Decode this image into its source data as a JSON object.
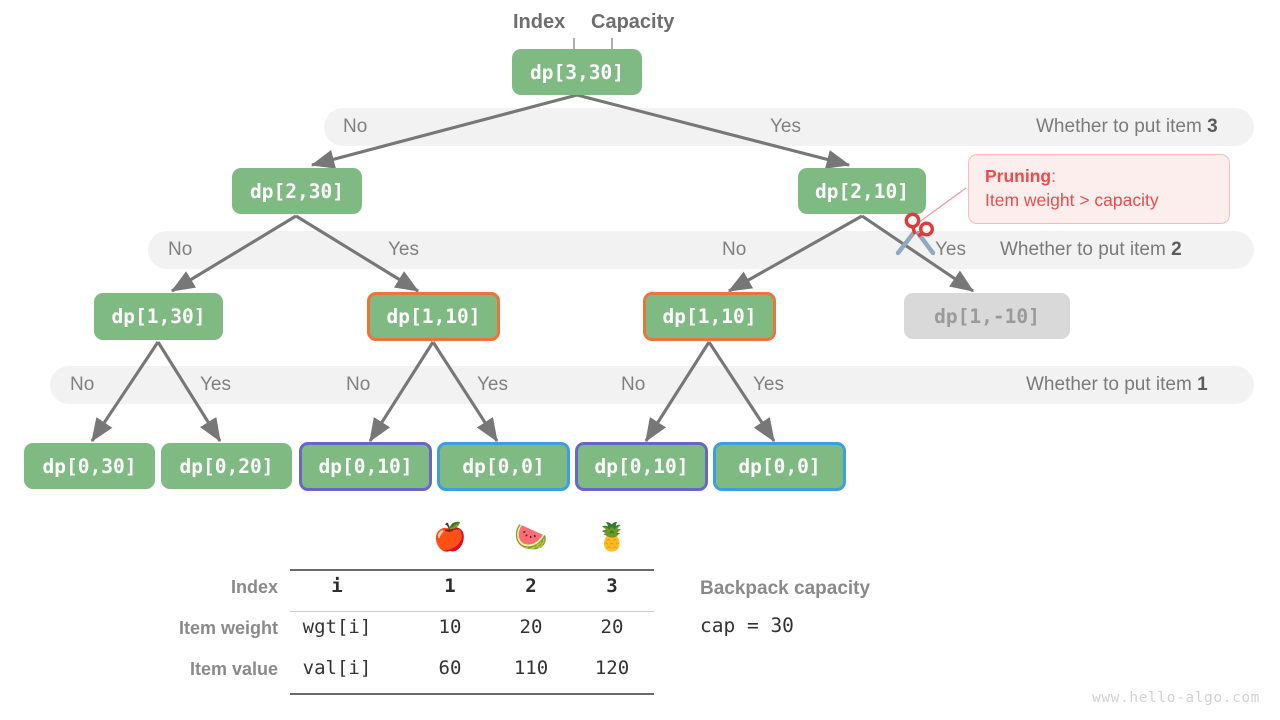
{
  "header": {
    "index_label": "Index",
    "capacity_label": "Capacity"
  },
  "bands": [
    {
      "no": "No",
      "yes": "Yes",
      "right_prefix": "Whether to put item ",
      "right_item": "3"
    },
    {
      "no": "No",
      "yes": "Yes",
      "right_prefix": "Whether to put item ",
      "right_item": "2"
    },
    {
      "no": "No",
      "yes": "Yes",
      "right_prefix": "Whether to put item ",
      "right_item": "1"
    }
  ],
  "band_labels_l2": {
    "no1": "No",
    "yes1": "Yes",
    "no2": "No",
    "yes2": "Yes"
  },
  "band_labels_l3": {
    "no1": "No",
    "yes1": "Yes",
    "no2": "No",
    "yes2": "Yes",
    "no3": "No",
    "yes3": "Yes"
  },
  "nodes": {
    "root": "dp[3,30]",
    "l2_left": "dp[2,30]",
    "l2_right": "dp[2,10]",
    "l3_a": "dp[1,30]",
    "l3_b": "dp[1,10]",
    "l3_c": "dp[1,10]",
    "l3_d": "dp[1,-10]",
    "l4_a": "dp[0,30]",
    "l4_b": "dp[0,20]",
    "l4_c": "dp[0,10]",
    "l4_d": "dp[0,0]",
    "l4_e": "dp[0,10]",
    "l4_f": "dp[0,0]"
  },
  "pruning": {
    "title": "Pruning",
    "colon": ":",
    "reason": "Item weight > capacity",
    "icon": "scissors-icon"
  },
  "table": {
    "items": [
      "apple-emoji",
      "watermelon-emoji",
      "pineapple-emoji"
    ],
    "item_glyphs": [
      "🍎",
      "🍉",
      "🍍"
    ],
    "rows": [
      {
        "label": "Index",
        "key": "i",
        "values": [
          "1",
          "2",
          "3"
        ]
      },
      {
        "label": "Item weight",
        "key": "wgt[i]",
        "values": [
          "10",
          "20",
          "20"
        ]
      },
      {
        "label": "Item value",
        "key": "val[i]",
        "values": [
          "60",
          "110",
          "120"
        ]
      }
    ]
  },
  "capacity": {
    "title": "Backpack capacity",
    "value": "cap = 30"
  },
  "watermark": "www.hello-algo.com",
  "colors": {
    "node_green": "#7fba82",
    "band_gray": "#f2f2f2",
    "highlight_orange": "#e8763a",
    "highlight_purple": "#6a66c9",
    "highlight_blue": "#3d9fdd",
    "pruned_gray": "#d9d9d9",
    "prune_red": "#ef4b4b",
    "edge_gray": "#777777"
  },
  "chart_data": {
    "type": "table",
    "title": "Knapsack recursion tree with pruning and memoization",
    "categories": [
      "1",
      "2",
      "3"
    ],
    "series": [
      {
        "name": "wgt[i]",
        "values": [
          10,
          20,
          20
        ]
      },
      {
        "name": "val[i]",
        "values": [
          60,
          110,
          120
        ]
      }
    ],
    "annotations": [
      "cap = 30",
      "Pruning: Item weight > capacity"
    ]
  }
}
